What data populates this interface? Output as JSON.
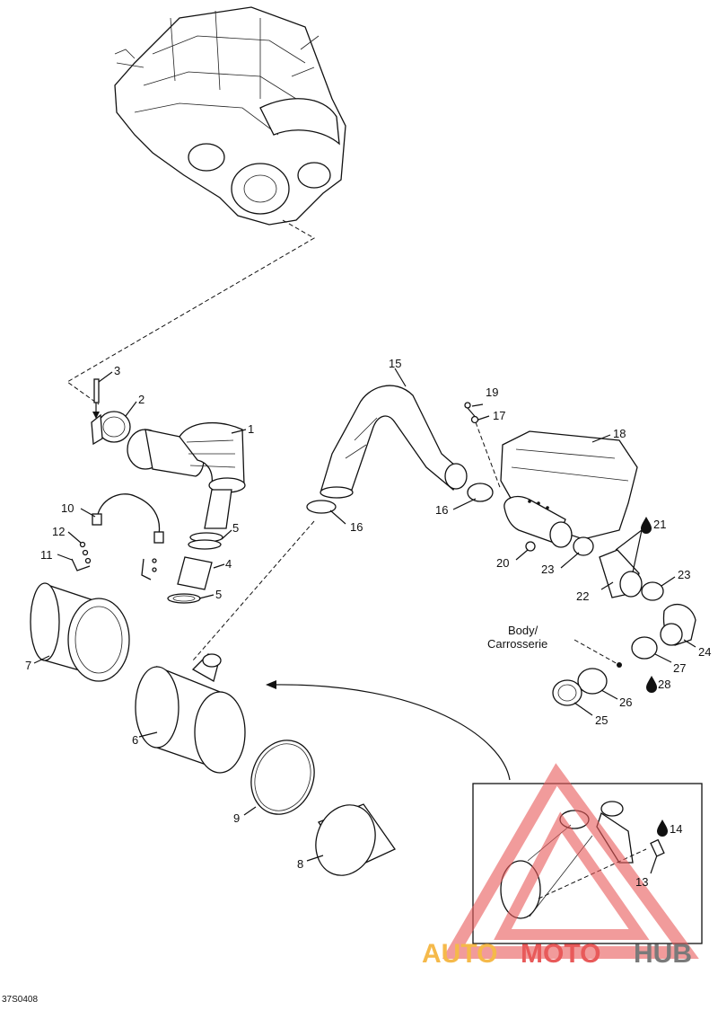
{
  "diagram": {
    "drawing_code": "37S0408",
    "body_label_line1": "Body/",
    "body_label_line2": "Carrosserie",
    "part_numbers": [
      "1",
      "2",
      "3",
      "4",
      "5",
      "5",
      "6",
      "7",
      "8",
      "9",
      "10",
      "11",
      "12",
      "13",
      "14",
      "15",
      "16",
      "16",
      "17",
      "18",
      "19",
      "20",
      "21",
      "22",
      "23",
      "23",
      "24",
      "25",
      "26",
      "27",
      "28"
    ],
    "lubricant_icon": "oil-drop-icon"
  },
  "watermark": {
    "auto": "AUTO",
    "moto": "MOTO",
    "hub": "HUB",
    "colors": {
      "orange": "#f5b94a",
      "red": "#e85a5a",
      "gray": "#7a7a7a"
    }
  }
}
